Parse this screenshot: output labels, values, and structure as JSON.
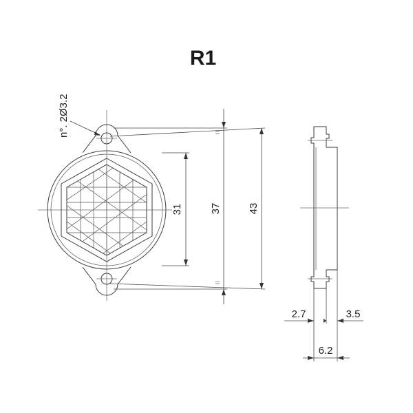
{
  "title": "R1",
  "front_view": {
    "hole_callout": "n°. 2Ø3.2",
    "dim_inner": "31",
    "dim_hole_spacing": "37",
    "dim_overall": "43"
  },
  "side_view": {
    "dim_left": "2.7",
    "dim_right": "3.5",
    "dim_total": "6.2"
  }
}
